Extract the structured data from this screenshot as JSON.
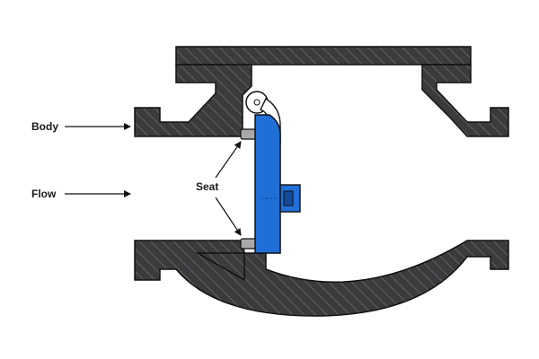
{
  "labels": {
    "body": "Body",
    "flow": "Flow",
    "seat": "Seat"
  },
  "colors": {
    "body_fill": "#3b3b3d",
    "hatch": "#6a6a6c",
    "outline": "#111111",
    "disc": "#1f6fd6",
    "disc_dark": "#14499a",
    "seat_ring": "#a9a9a9",
    "hinge": "#ffffff",
    "arrow": "#111111"
  }
}
